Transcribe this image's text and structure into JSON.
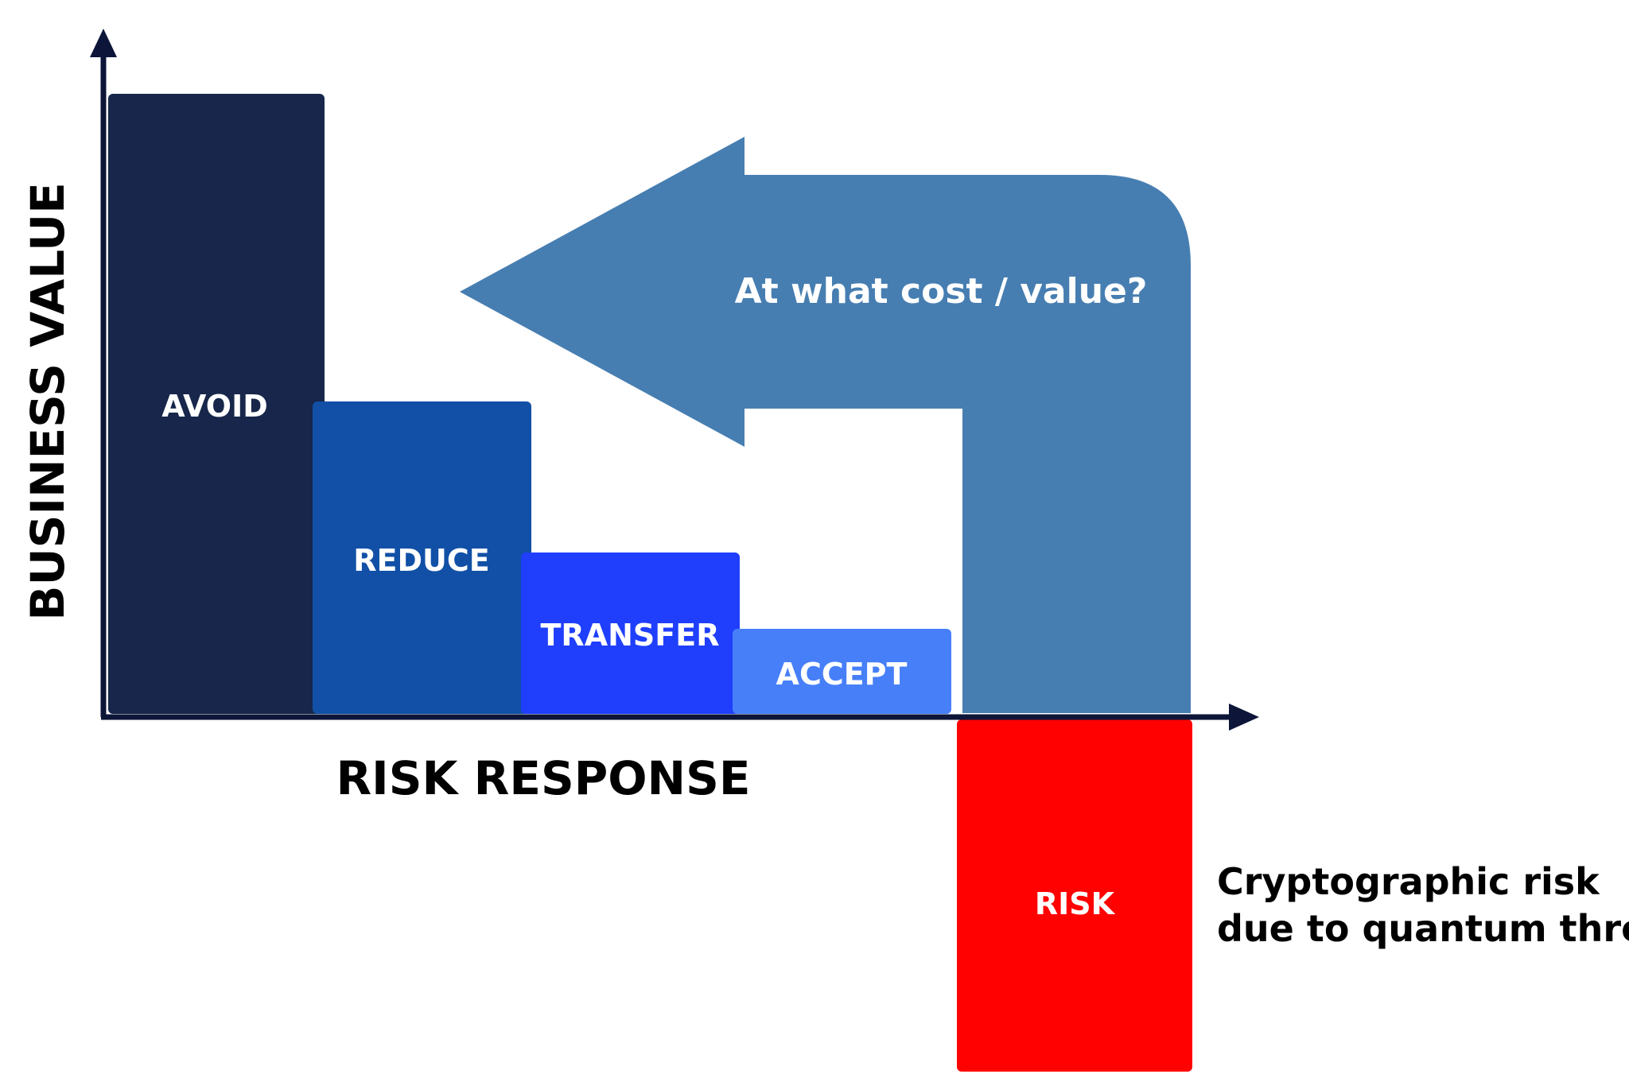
{
  "labels": {
    "y_axis": "BUSINESS VALUE",
    "x_axis": "RISK RESPONSE",
    "arrow": "At what cost / value?",
    "caption_line1": "Cryptographic risk",
    "caption_line2": "due to quantum threat"
  },
  "blocks": [
    {
      "key": "avoid",
      "label": "AVOID",
      "color": "#17264a"
    },
    {
      "key": "reduce",
      "label": "REDUCE",
      "color": "#1150a6"
    },
    {
      "key": "transfer",
      "label": "TRANSFER",
      "color": "#1f3ffc"
    },
    {
      "key": "accept",
      "label": "ACCEPT",
      "color": "#477ff9"
    },
    {
      "key": "risk",
      "label": "RISK",
      "color": "#fe0100"
    }
  ],
  "colors": {
    "axis": "#0d1538",
    "arrow": "#477eb1"
  }
}
